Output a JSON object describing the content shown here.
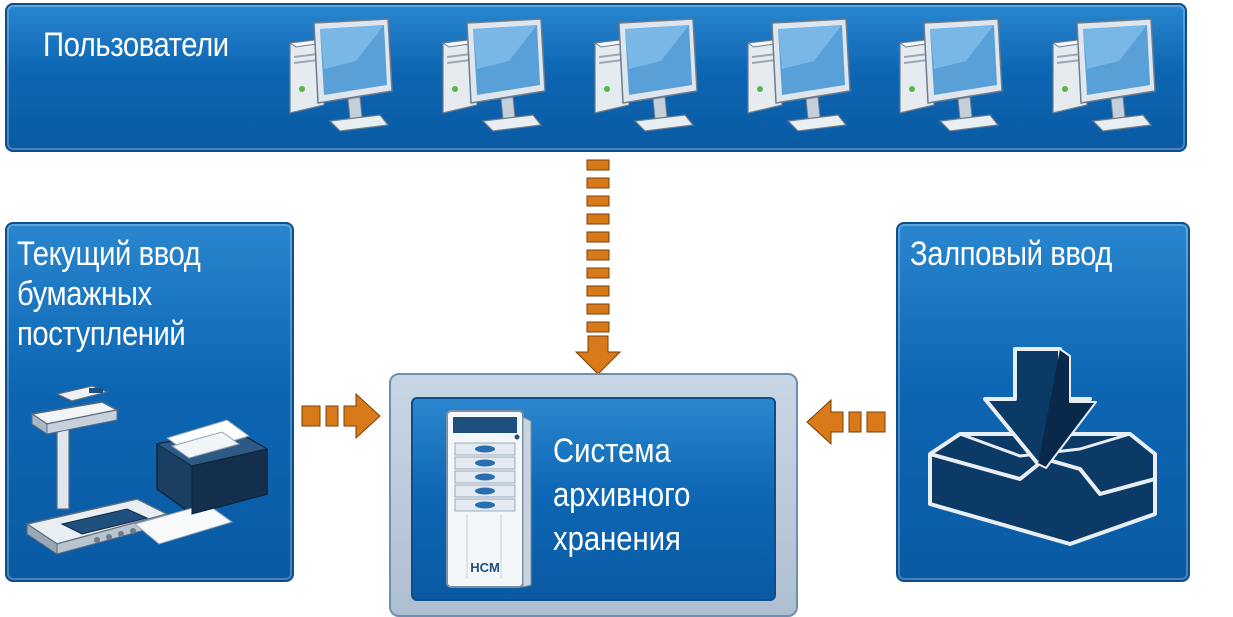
{
  "users_panel": {
    "title": "Пользователи",
    "computer_count": 6
  },
  "paper_panel": {
    "title_lines": [
      "Текущий ввод",
      "бумажных",
      "поступлений"
    ]
  },
  "hall_panel": {
    "title": "Залповый ввод"
  },
  "archive": {
    "title_lines": [
      "Система",
      "архивного",
      "хранения"
    ],
    "server_label": "HCM"
  },
  "colors": {
    "panel_blue": "#0d66b3",
    "arrow_orange": "#d97a1a",
    "frame_gray": "#aebfd2"
  }
}
